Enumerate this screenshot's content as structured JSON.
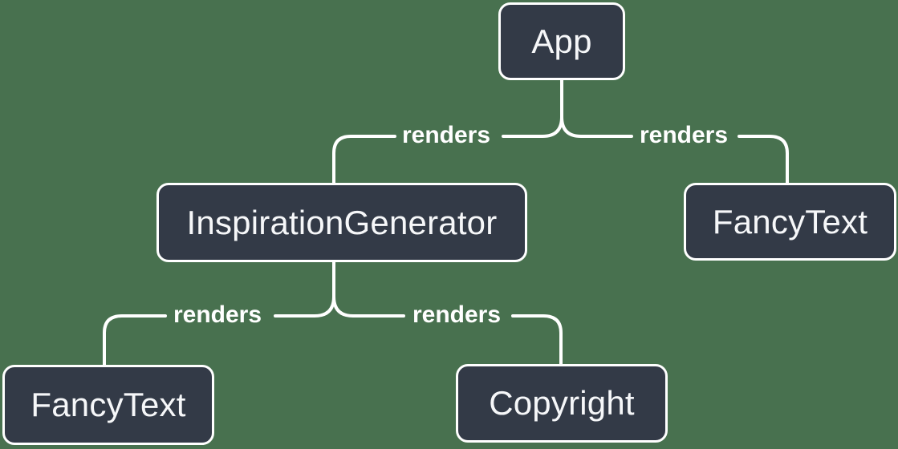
{
  "diagram": {
    "kind": "component-render-tree",
    "colors": {
      "background": "#48714F",
      "node_fill": "#333A47",
      "node_border": "#FFFFFF",
      "node_text": "#F6F7F9",
      "edge_line": "#FFFFFF",
      "edge_label_text": "#FFFFFF"
    },
    "nodes": [
      {
        "id": "app",
        "label": "App"
      },
      {
        "id": "inspiration-generator",
        "label": "InspirationGenerator"
      },
      {
        "id": "fancy-text-top",
        "label": "FancyText"
      },
      {
        "id": "fancy-text-bottom",
        "label": "FancyText"
      },
      {
        "id": "copyright",
        "label": "Copyright"
      }
    ],
    "edges": [
      {
        "from": "App",
        "to": "InspirationGenerator",
        "label": "renders"
      },
      {
        "from": "App",
        "to": "FancyText",
        "label": "renders"
      },
      {
        "from": "InspirationGenerator",
        "to": "FancyText",
        "label": "renders"
      },
      {
        "from": "InspirationGenerator",
        "to": "Copyright",
        "label": "renders"
      }
    ]
  }
}
